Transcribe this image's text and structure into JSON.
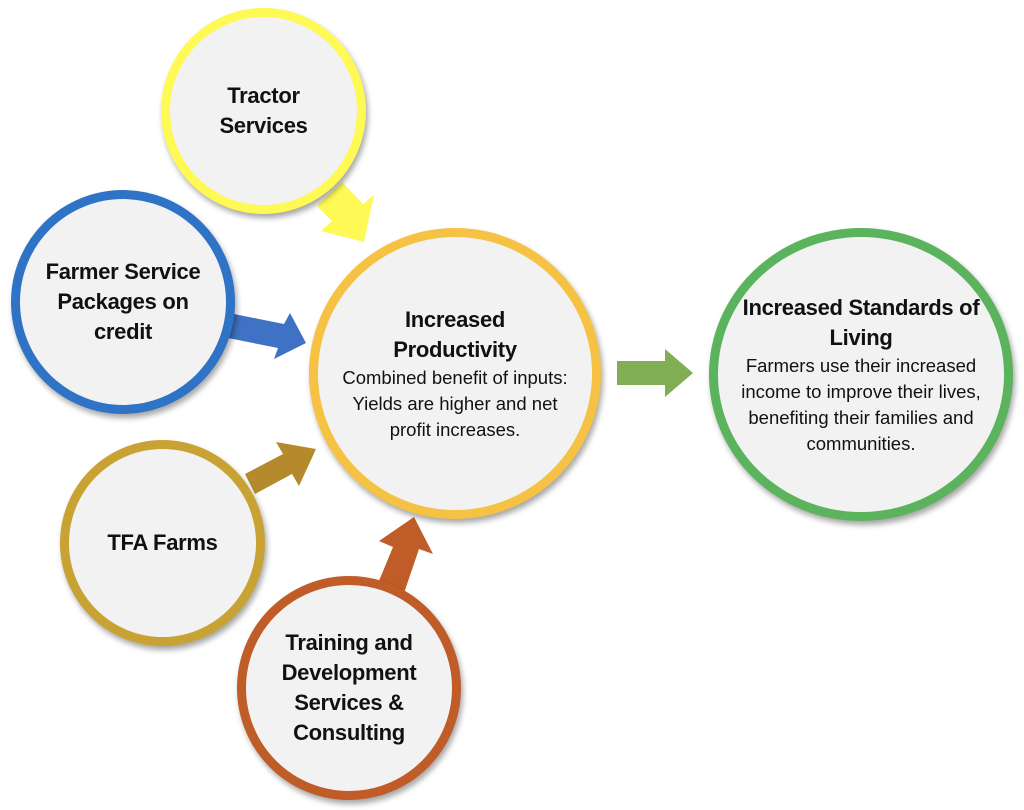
{
  "colors": {
    "tractor": "#fff955",
    "farmer": "#2f73c6",
    "tfa": "#c8a232",
    "training": "#c05c27",
    "center": "#f5c244",
    "outcome": "#5bb35d",
    "outcome_arrow": "#7fae55",
    "node_fill": "#f2f2f2"
  },
  "inputs": {
    "tractor": {
      "title": "Tractor Services"
    },
    "farmer": {
      "title": "Farmer Service Packages on credit"
    },
    "tfa": {
      "title": "TFA Farms"
    },
    "training": {
      "title": "Training and Development Services & Consulting"
    }
  },
  "center": {
    "title": "Increased Productivity",
    "description": "Combined benefit of inputs: Yields are higher and net profit increases."
  },
  "outcome": {
    "title": "Increased Standards of Living",
    "description": "Farmers use their increased income to improve their lives, benefiting their families and communities."
  }
}
